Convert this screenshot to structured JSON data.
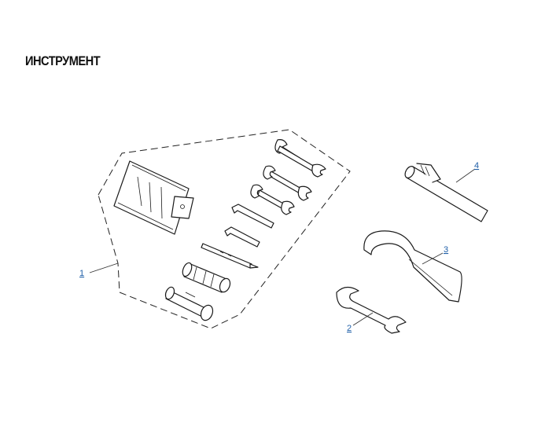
{
  "title": "ИНСТРУМЕНТ",
  "callouts": [
    {
      "number": "1",
      "part": "tool-kit-bag-set"
    },
    {
      "number": "2",
      "part": "open-end-wrench"
    },
    {
      "number": "3",
      "part": "hook-spanner-wrench"
    },
    {
      "number": "4",
      "part": "screwdriver-handle"
    }
  ],
  "colors": {
    "callout": "#1f5fa8",
    "line": "#1a1a1a"
  }
}
